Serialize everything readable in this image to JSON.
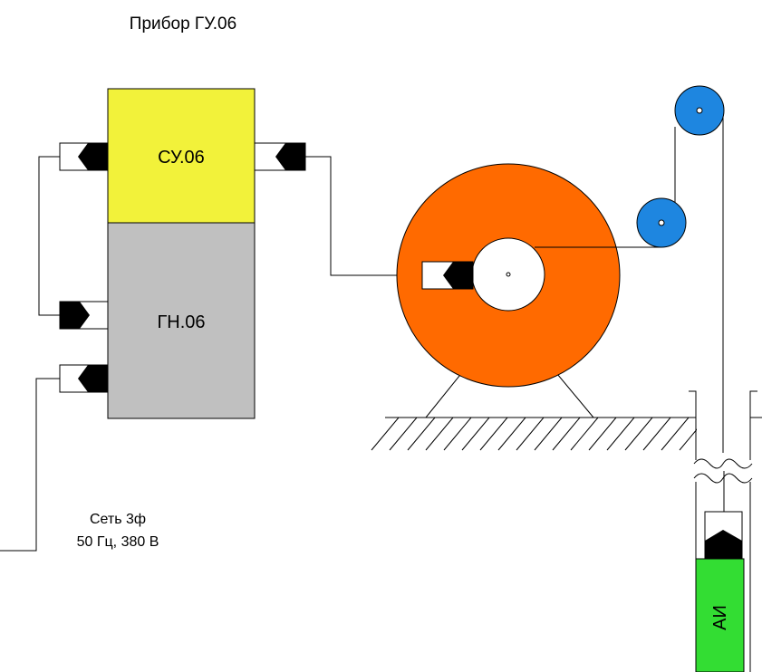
{
  "title": "Прибор ГУ.06",
  "blocks": {
    "su": {
      "label": "СУ.06",
      "color": "#f2f23a"
    },
    "gn": {
      "label": "ГН.06",
      "color": "#c0c0c0"
    },
    "ai": {
      "label": "АИ",
      "color": "#33dd33"
    }
  },
  "power": {
    "line1": "Сеть 3ф",
    "line2": "50 Гц, 380 В"
  },
  "colors": {
    "drum": "#ff6a00",
    "pulley": "#1e86e0",
    "connector": "#000000",
    "line": "#000000"
  }
}
